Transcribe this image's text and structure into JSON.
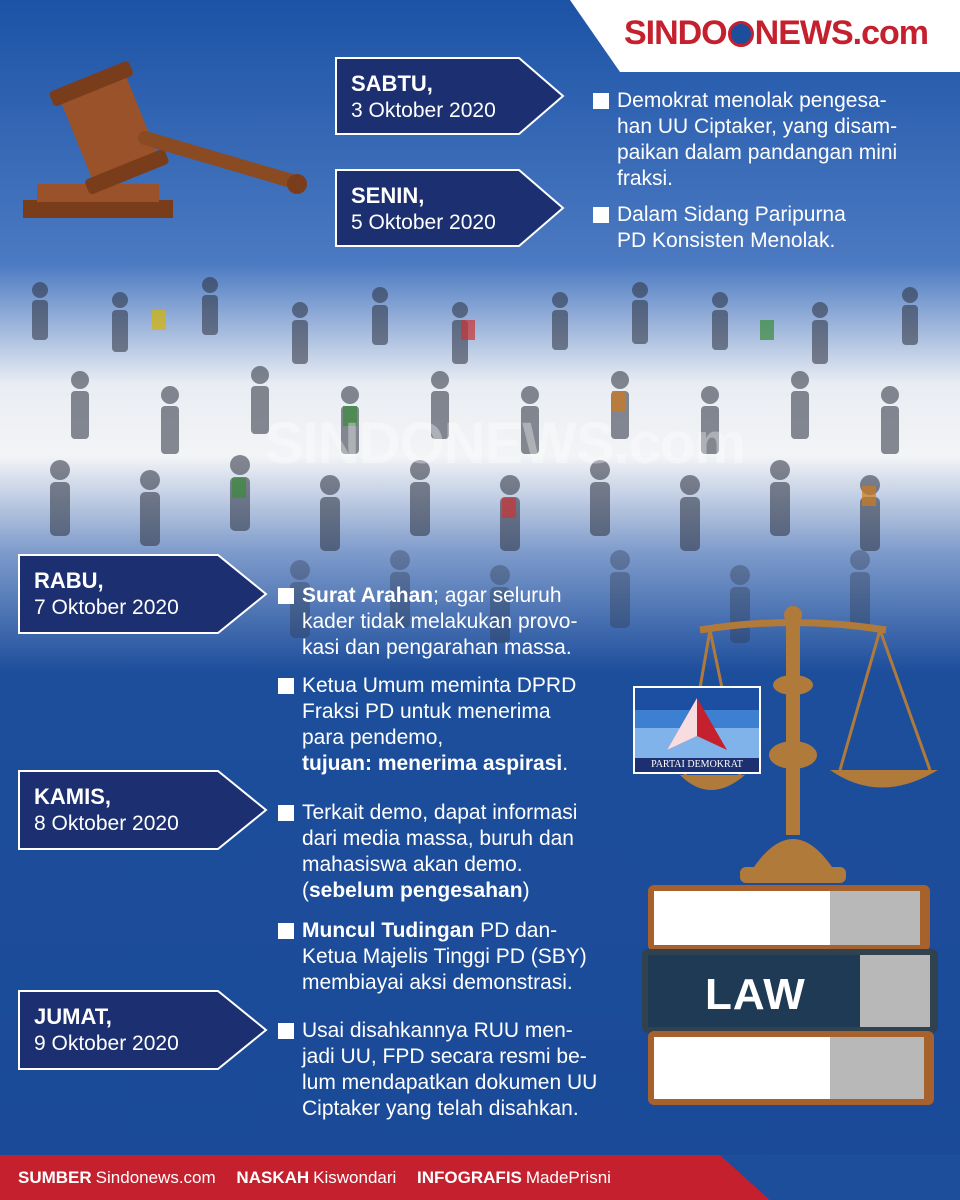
{
  "brand": {
    "sindo": "SINDO",
    "news": "NEWS",
    "com": ".com",
    "watermark": "SINDONEWS.com"
  },
  "timeline": [
    {
      "day": "SABTU,",
      "date": "3 Oktober 2020"
    },
    {
      "day": "SENIN,",
      "date": "5 Oktober 2020"
    },
    {
      "day": "RABU,",
      "date": "7 Oktober 2020"
    },
    {
      "day": "KAMIS,",
      "date": "8 Oktober 2020"
    },
    {
      "day": "JUMAT,",
      "date": "9 Oktober 2020"
    }
  ],
  "events": {
    "e1": "Demokrat menolak pengesa-han UU Ciptaker, yang disam-paikan dalam pandangan mini fraksi.",
    "e1_lines": [
      "Demokrat menolak pengesa-",
      "han UU Ciptaker, yang disam-",
      "paikan dalam pandangan mini",
      "fraksi."
    ],
    "e2_lines": [
      "Dalam Sidang Paripurna",
      "PD Konsisten Menolak."
    ],
    "e3_bold": "Surat Arahan",
    "e3_rest_lines": [
      "; agar seluruh",
      "kader tidak melakukan provo-",
      "kasi dan pengarahan massa."
    ],
    "e4_lines": [
      "Ketua Umum meminta DPRD",
      "Fraksi PD untuk menerima",
      "para pendemo,"
    ],
    "e4_bold": "tujuan: menerima aspirasi",
    "e4_tail": ".",
    "e5_lines": [
      "Terkait demo, dapat informasi",
      "dari media massa, buruh dan",
      "mahasiswa akan demo."
    ],
    "e5_open": "(",
    "e5_bold": "sebelum pengesahan",
    "e5_close": ")",
    "e6_bold": "Muncul Tudingan",
    "e6_first_rest": " PD dan-",
    "e6_lines": [
      "Ketua Majelis Tinggi PD (SBY)",
      "membiayai aksi demonstrasi."
    ],
    "e7_lines": [
      "Usai disahkannya RUU men-",
      "jadi UU, FPD secara resmi be-",
      "lum mendapatkan dokumen UU",
      "Ciptaker yang telah disahkan."
    ]
  },
  "illustration": {
    "law_label": "LAW",
    "party_label": "PARTAI DEMOKRAT"
  },
  "footer": {
    "sumber_label": "SUMBER",
    "sumber_value": "Sindonews.com",
    "naskah_label": "NASKAH",
    "naskah_value": "Kiswondari",
    "infografis_label": "INFOGRAFIS",
    "infografis_value": "MadePrisni"
  },
  "colors": {
    "blue": "#1d4e9c",
    "navy": "#1c2f70",
    "red": "#c5202d",
    "brown": "#8a4a22",
    "gold": "#b07a3a"
  }
}
